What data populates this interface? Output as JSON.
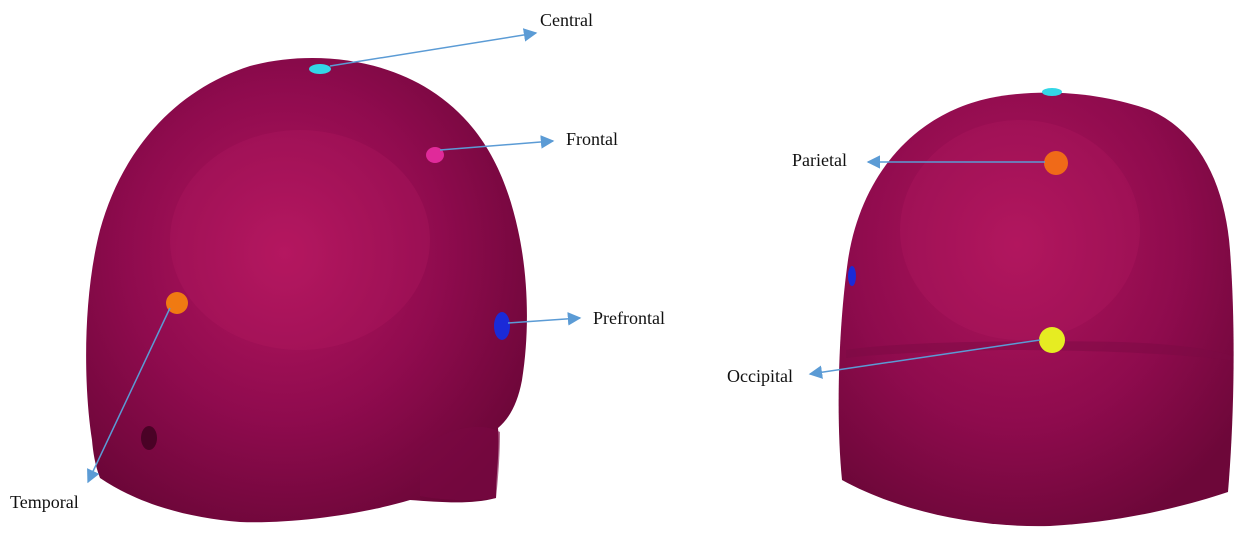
{
  "figure": {
    "left_view": {
      "labels": {
        "central": "Central",
        "frontal": "Frontal",
        "prefrontal": "Prefrontal",
        "temporal": "Temporal"
      }
    },
    "right_view": {
      "labels": {
        "parietal": "Parietal",
        "occipital": "Occipital"
      }
    }
  },
  "colors": {
    "head": "#8e0b4d",
    "head_highlight": "#b0175f",
    "arrow": "#5b9bd5",
    "central": "#33d6e6",
    "frontal": "#e02a9a",
    "prefrontal": "#1a2ad8",
    "temporal": "#f07a12",
    "parietal": "#f06a18",
    "occipital": "#e6ec22"
  }
}
